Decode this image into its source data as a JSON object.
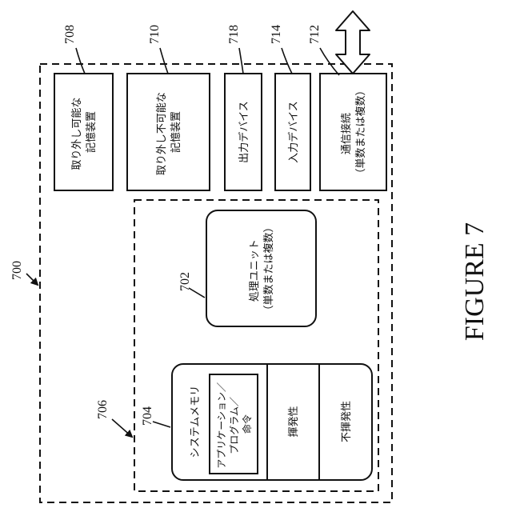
{
  "figure": {
    "label": "FIGURE 7"
  },
  "refs": {
    "device": "700",
    "processing": "702",
    "system_memory": "704",
    "memory_region": "706",
    "removable": "708",
    "non_removable": "710",
    "communication": "712",
    "input": "714",
    "output": "718"
  },
  "boxes": {
    "removable": [
      "取り外し可能な",
      "記憶装置"
    ],
    "non_removable": [
      "取り外し不可能な",
      "記憶装置"
    ],
    "output": [
      "出力デバイス"
    ],
    "input": [
      "入力デバイス"
    ],
    "communication": [
      "通信接続",
      "（単数または複数）"
    ],
    "processing": [
      "処理ユニット",
      "（単数または複数）"
    ],
    "system_memory_title": [
      "システムメモリ"
    ],
    "applications": [
      "アプリケーション／",
      "プログラム／",
      "命令"
    ],
    "volatile": [
      "揮発性"
    ],
    "non_volatile": [
      "不揮発性"
    ]
  },
  "colors": {
    "ink": "#111111",
    "background": "#ffffff"
  }
}
